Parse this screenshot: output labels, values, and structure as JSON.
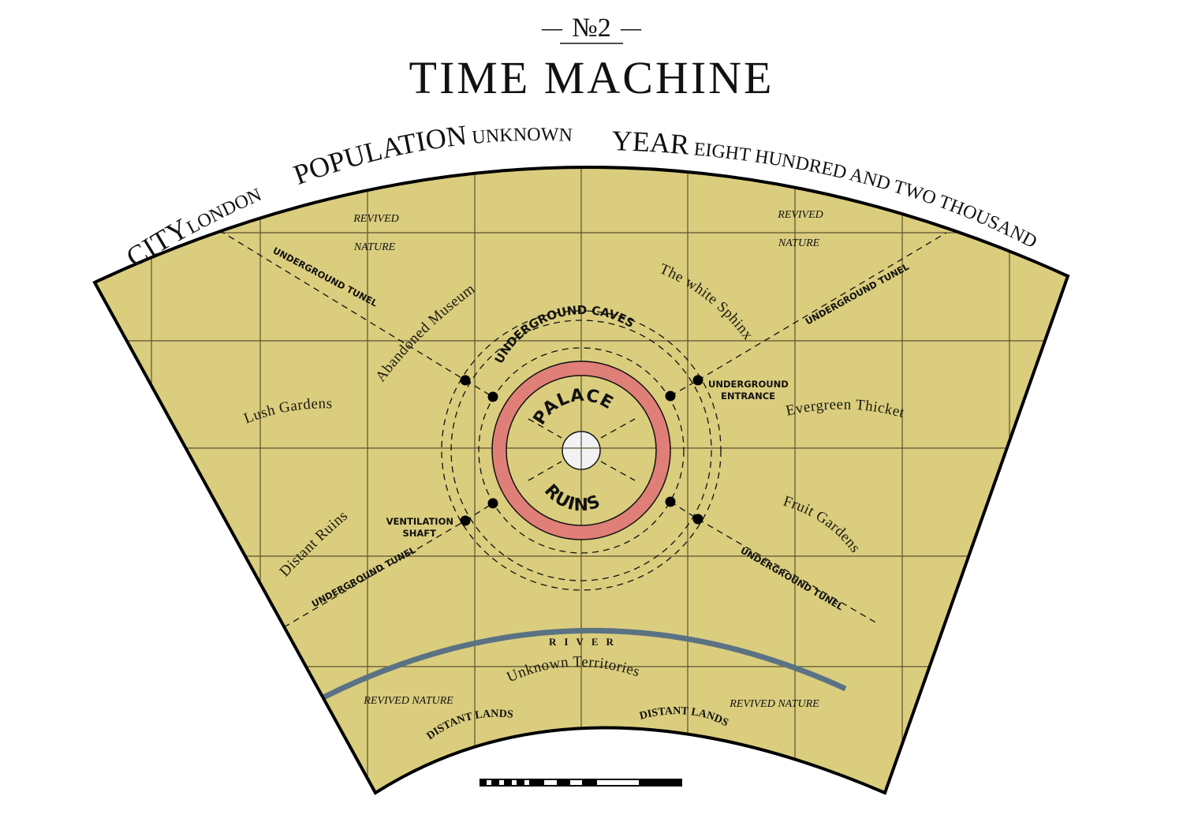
{
  "header": {
    "number": "№2",
    "dash_left": "—",
    "dash_right": "—",
    "title": "TIME MACHINE"
  },
  "info_arc": {
    "city_label": "CITY",
    "city_value": "LONDON",
    "population_label": "POPULATION",
    "population_value": "UNKNOWN",
    "year_label": "YEAR",
    "year_value": "EIGHT HUNDRED AND TWO THOUSAND"
  },
  "colors": {
    "land": "#dacd7e",
    "grid": "#5a5230",
    "outline": "#000000",
    "palace_ring": "#df7f78",
    "center": "#f2f2f4",
    "river": "#5a7284",
    "background": "#ffffff"
  },
  "map": {
    "regions": {
      "revived_nature_nw_1": "REVIVED",
      "revived_nature_nw_2": "NATURE",
      "revived_nature_ne_1": "REVIVED",
      "revived_nature_ne_2": "NATURE",
      "revived_nature_sw": "REVIVED NATURE",
      "revived_nature_se": "REVIVED NATURE",
      "abandoned_museum": "Abandoned Museum",
      "white_sphinx": "The white Sphinx",
      "lush_gardens": "Lush Gardens",
      "evergreen_thicket": "Evergreen Thicket",
      "distant_ruins": "Distant Ruins",
      "fruit_gardens": "Fruit Gardens",
      "unknown_territories": "Unknown Territories",
      "distant_lands_left": "DISTANT LANDS",
      "distant_lands_right": "DISTANT LANDS"
    },
    "features": {
      "tunnel_nw": "UNDERGROUND TUNEL",
      "tunnel_ne": "UNDERGROUND TUNEL",
      "tunnel_sw": "UNDERGROUND TUNEL",
      "tunnel_se": "UNDERGROUND TUNEL",
      "caves": "UNDERGROUND CAVES",
      "entrance_1": "UNDERGROUND",
      "entrance_2": "ENTRANCE",
      "ventilation_1": "VENTILATION",
      "ventilation_2": "SHAFT",
      "palace_top": "PALACE",
      "palace_bottom": "RUINS",
      "river": "RIVER"
    }
  },
  "scale_bar": {
    "segments": [
      "black",
      "white",
      "black",
      "white",
      "black",
      "white",
      "black",
      "white",
      "black",
      "white",
      "black",
      "white",
      "black",
      "white",
      "black"
    ]
  }
}
